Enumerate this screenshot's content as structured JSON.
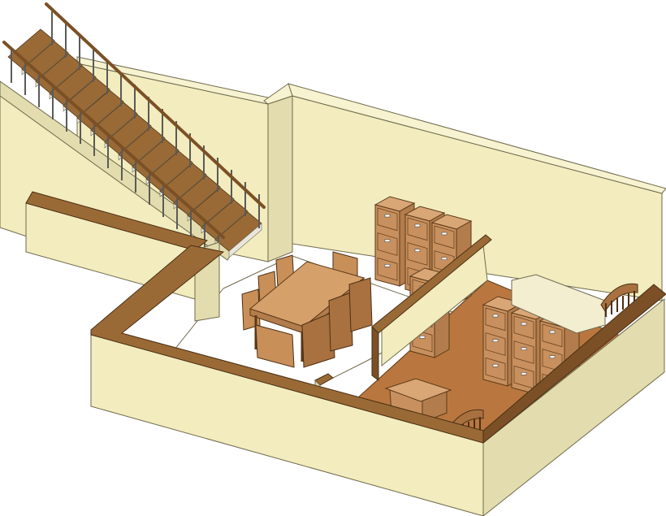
{
  "scene": {
    "type": "isometric-floor-plan",
    "rooms": [
      "dining-area",
      "office-area"
    ],
    "components": {
      "staircase": {
        "steps": 16
      },
      "dining_table": {
        "chairs": 8
      },
      "filing_cabinets": {
        "count": 7,
        "drawers_each": 3
      },
      "lectern": {
        "count": 1
      },
      "windsor_chairs": {
        "count": 2
      },
      "sofa": {
        "count": 1
      }
    }
  },
  "colors": {
    "wall": "#f2ecbe",
    "wall_cap": "#9a6a36",
    "wood_floor": "#b9773f",
    "light_floor": "#ffffff",
    "cabinet": "#c8905e",
    "stair_tread": "#9a6a36",
    "baluster": "#5a5a58"
  }
}
